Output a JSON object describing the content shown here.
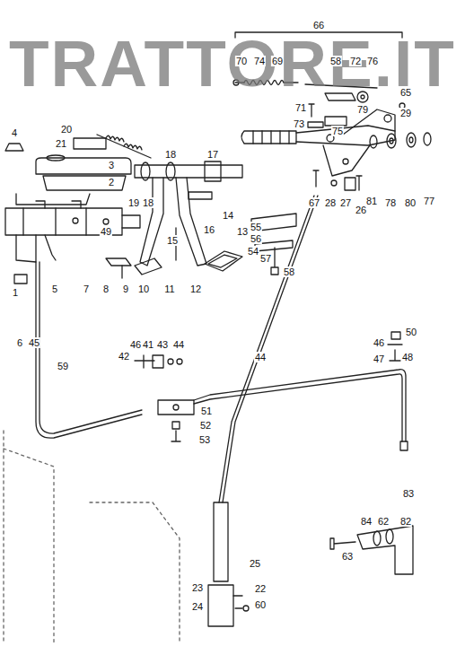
{
  "diagram": {
    "labels": [
      "TRATTORE.IT",
      "66",
      "70",
      "74",
      "69",
      "58",
      "72",
      "76",
      "65",
      "29",
      "71",
      "79",
      "73",
      "75",
      "4",
      "20",
      "21",
      "3",
      "2",
      "18",
      "17",
      "49",
      "19",
      "18",
      "14",
      "67",
      "28",
      "27",
      "26",
      "81",
      "78",
      "80",
      "77",
      "16",
      "15",
      "13",
      "55",
      "56",
      "54",
      "57",
      "58",
      "1",
      "5",
      "7",
      "8",
      "9",
      "10",
      "11",
      "12",
      "6",
      "45",
      "44",
      "42",
      "46",
      "41",
      "43",
      "44",
      "59",
      "46",
      "47",
      "48",
      "50",
      "51",
      "52",
      "53",
      "83",
      "84",
      "62",
      "82",
      "63",
      "25",
      "23",
      "22",
      "24",
      "60"
    ]
  }
}
